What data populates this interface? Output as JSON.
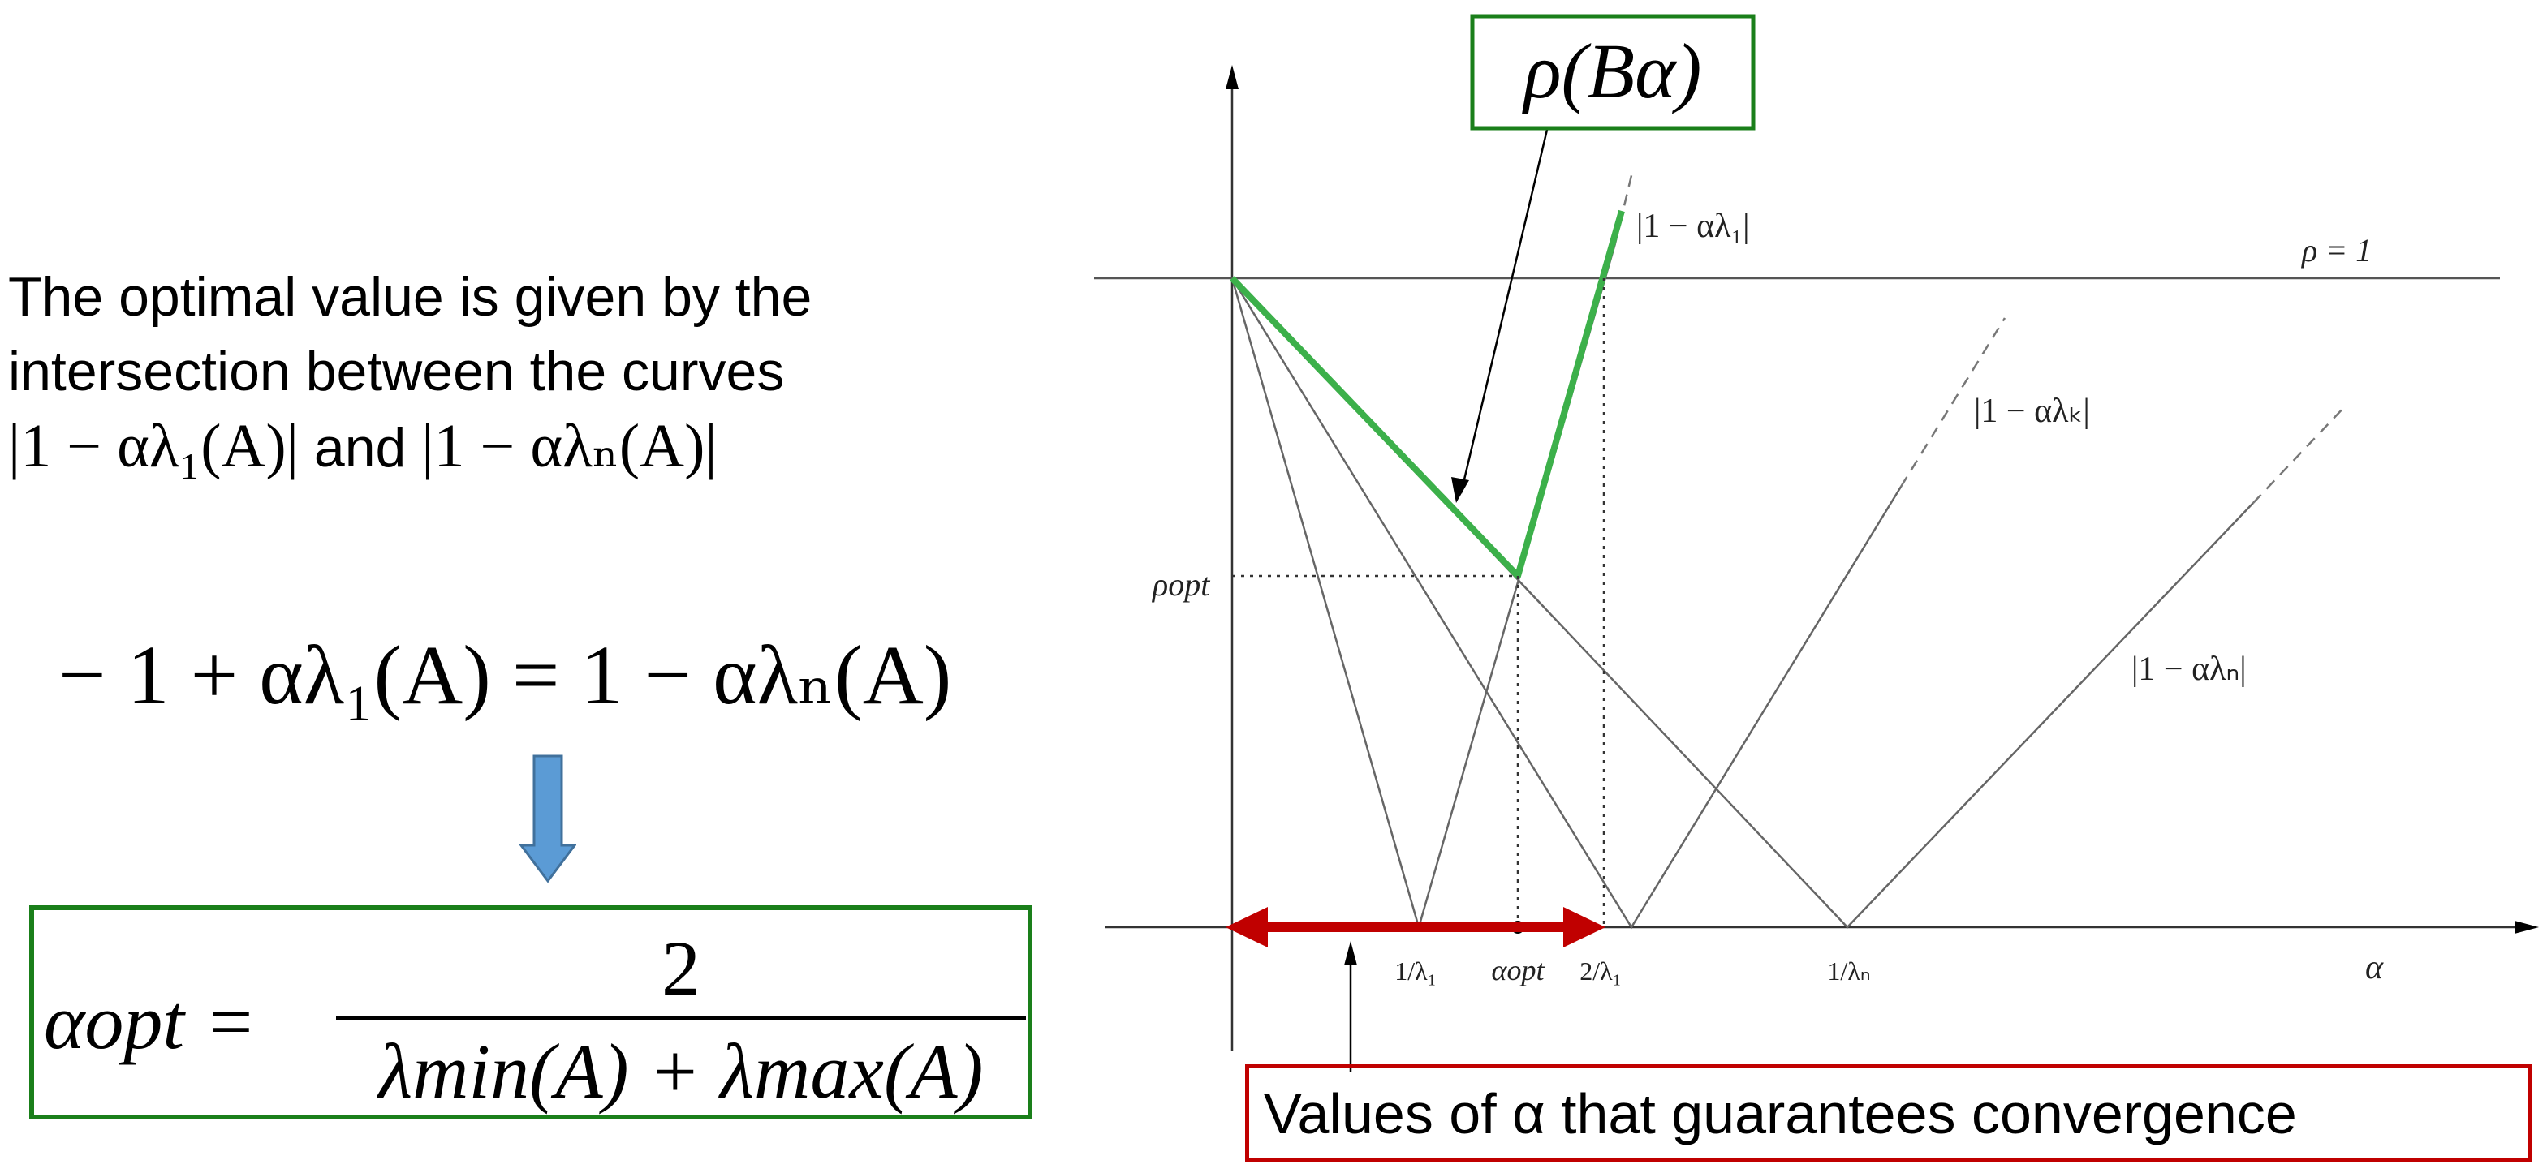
{
  "explanation": {
    "line1": "The optimal value is given by the",
    "line2": "intersection between the curves",
    "curve_lambda1": "|1 − αλ₁(A)|",
    "and_word": "and",
    "curve_lambdan": "|1 − αλₙ(A)|"
  },
  "equation": {
    "text": "− 1 + αλ₁(A) = 1 − αλₙ(A)"
  },
  "result": {
    "lhs": "αopt =",
    "numerator": "2",
    "denominator": "λmin(A) + λmax(A)"
  },
  "graph": {
    "title": "ρ(Bα)",
    "labels": {
      "rho_one": "ρ = 1",
      "curve1": "|1 − αλ₁|",
      "curvek": "|1 − αλₖ|",
      "curven": "|1 − αλₙ|",
      "rho_opt": "ρopt",
      "x_axis": "α",
      "tick_inv_lambda1": "1/λ₁",
      "tick_alpha_opt": "αopt",
      "tick_two_over_lambda1": "2/λ₁",
      "tick_inv_lambdan": "1/λₙ"
    },
    "colors": {
      "envelope": "#3cb04a",
      "convergence_arrow": "#c00000",
      "title_border": "#1a7f1a",
      "pointer_arrow": "#5b9bd5"
    }
  },
  "convergence_note": "Values of α that guarantees convergence"
}
